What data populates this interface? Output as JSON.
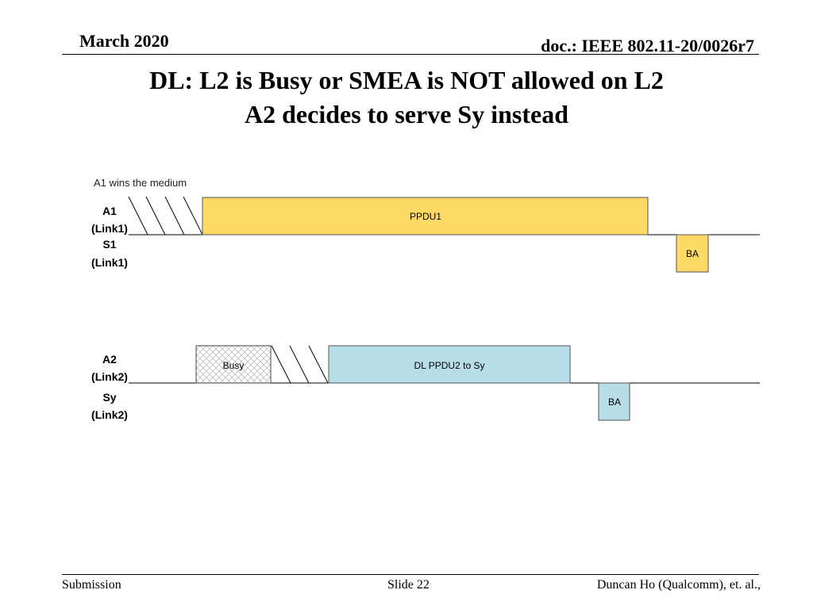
{
  "header": {
    "date": "March 2020",
    "doc": "doc.: IEEE 802.11-20/0026r7"
  },
  "title": {
    "line1": "DL: L2 is Busy or SMEA is NOT allowed on L2",
    "line2": "A2 decides to serve Sy instead"
  },
  "diagram": {
    "annotation": "A1 wins the medium",
    "link1": {
      "tx_label": [
        "A1",
        "(Link1)"
      ],
      "rx_label": [
        "S1",
        "(Link1)"
      ],
      "ppdu_label": "PPDU1",
      "ba_label": "BA"
    },
    "link2": {
      "tx_label": [
        "A2",
        "(Link2)"
      ],
      "rx_label": [
        "Sy",
        "(Link2)"
      ],
      "busy_label": "Busy",
      "ppdu_label": "DL PPDU2 to Sy",
      "ba_label": "BA"
    },
    "colors": {
      "ppdu1": "#FFD966",
      "ba1": "#FFD966",
      "ppdu2": "#B7DDE8",
      "ba2": "#B7DDE8",
      "busy_pattern": "#BFBFBF"
    }
  },
  "footer": {
    "left": "Submission",
    "center": "Slide 22",
    "right": "Duncan Ho (Qualcomm), et. al.,"
  }
}
